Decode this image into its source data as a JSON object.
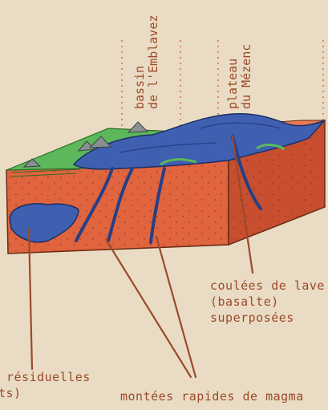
{
  "labels": {
    "bassin": [
      "bassin",
      "de l'Emblavez"
    ],
    "plateau": [
      "plateau",
      "du Mézenc"
    ],
    "coulees": [
      "coulées de lave",
      "(basalte)",
      "superposées"
    ],
    "residuelles": [
      "résiduelles",
      "ts)"
    ],
    "montees": "montées rapides de magma"
  },
  "colors": {
    "background": "#eadcc4",
    "rock_front": "#e0643e",
    "rock_side": "#c84e30",
    "rock_top": "#e87a52",
    "basalt": "#3f5fb0",
    "basalt_dark": "#263f86",
    "grass": "#5cb85a",
    "label": "#9a4a2a"
  }
}
